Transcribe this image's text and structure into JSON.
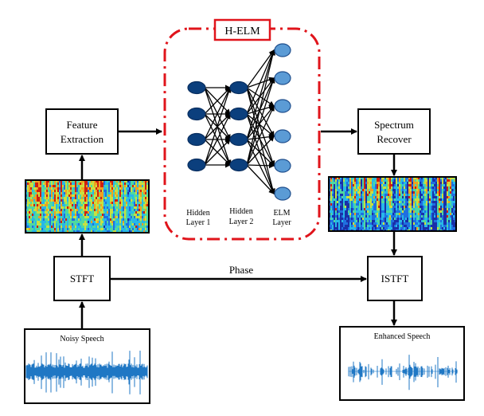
{
  "title_box": "H-ELM",
  "blocks": {
    "feature_extraction": [
      "Feature",
      "Extraction"
    ],
    "spectrum_recover": [
      "Spectrum",
      "Recover"
    ],
    "stft": "STFT",
    "istft": "ISTFT"
  },
  "phase_label": "Phase",
  "waveforms": {
    "noisy": "Noisy Speech",
    "enhanced": "Enhanced Speech"
  },
  "layers": [
    {
      "label": [
        "Hidden",
        "Layer 1"
      ],
      "nodes": 4
    },
    {
      "label": [
        "Hidden",
        "Layer 2"
      ],
      "nodes": 4
    },
    {
      "label": [
        "ELM",
        "Layer"
      ],
      "nodes": 6
    }
  ],
  "colors": {
    "helm_border": "#e0141b",
    "hidden_node": "#0b3f7d",
    "elm_node": "#5b9bd5",
    "waveform": "#1f77c4"
  }
}
